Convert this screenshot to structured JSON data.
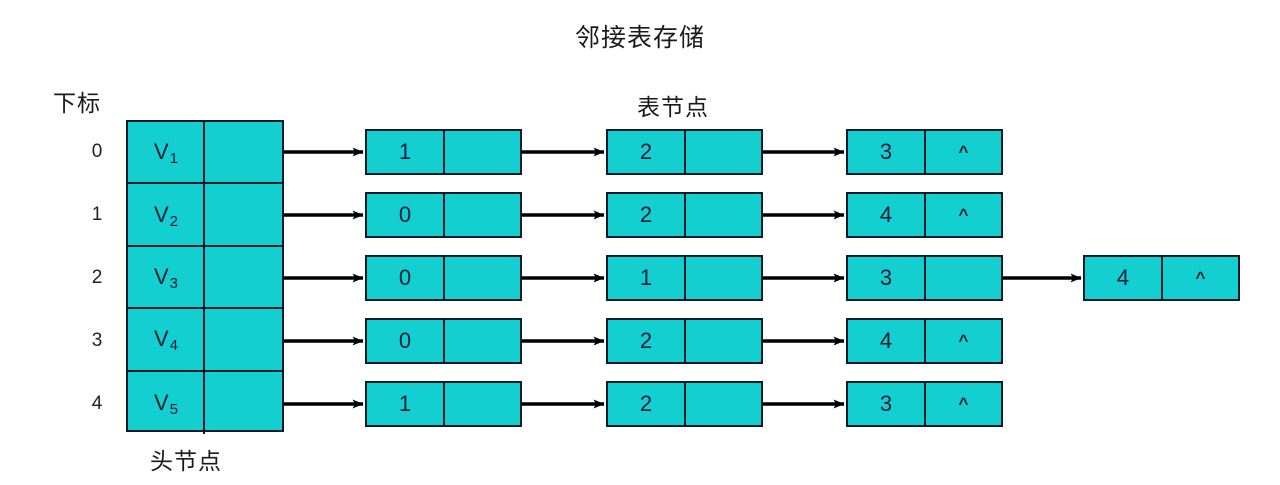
{
  "title": "邻接表存储",
  "captions": {
    "index": "下标",
    "head_node": "头节点",
    "list_node": "表节点"
  },
  "colors": {
    "node_fill": "#14cfcf",
    "node_border": "#0d1b2a",
    "text": "#0d1b3a",
    "arrow": "#000000",
    "background": "#ffffff"
  },
  "null_marker": "^",
  "head_table": {
    "rows": [
      {
        "index": "0",
        "vertex": "V",
        "vertex_sub": "1"
      },
      {
        "index": "1",
        "vertex": "V",
        "vertex_sub": "2"
      },
      {
        "index": "2",
        "vertex": "V",
        "vertex_sub": "3"
      },
      {
        "index": "3",
        "vertex": "V",
        "vertex_sub": "4"
      },
      {
        "index": "4",
        "vertex": "V",
        "vertex_sub": "5"
      }
    ]
  },
  "adjacency_lists": [
    {
      "row": 0,
      "nodes": [
        "1",
        "2",
        "3"
      ]
    },
    {
      "row": 1,
      "nodes": [
        "0",
        "2",
        "4"
      ]
    },
    {
      "row": 2,
      "nodes": [
        "0",
        "1",
        "3",
        "4"
      ]
    },
    {
      "row": 3,
      "nodes": [
        "0",
        "2",
        "4"
      ]
    },
    {
      "row": 4,
      "nodes": [
        "1",
        "2",
        "3"
      ]
    }
  ]
}
